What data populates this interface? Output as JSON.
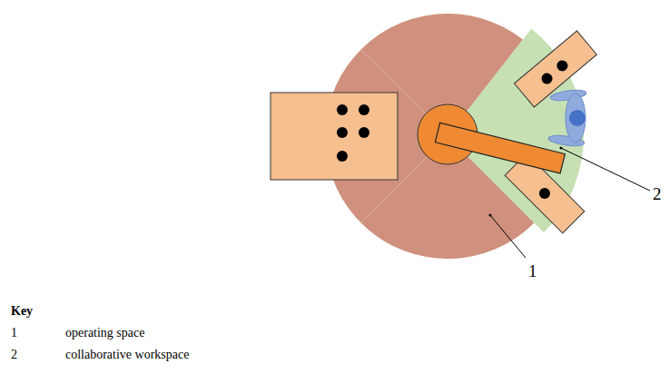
{
  "diagram": {
    "labels": [
      "2",
      "1",
      "Key",
      "1",
      "operating space",
      "2",
      "collaborative workspace"
    ]
  }
}
